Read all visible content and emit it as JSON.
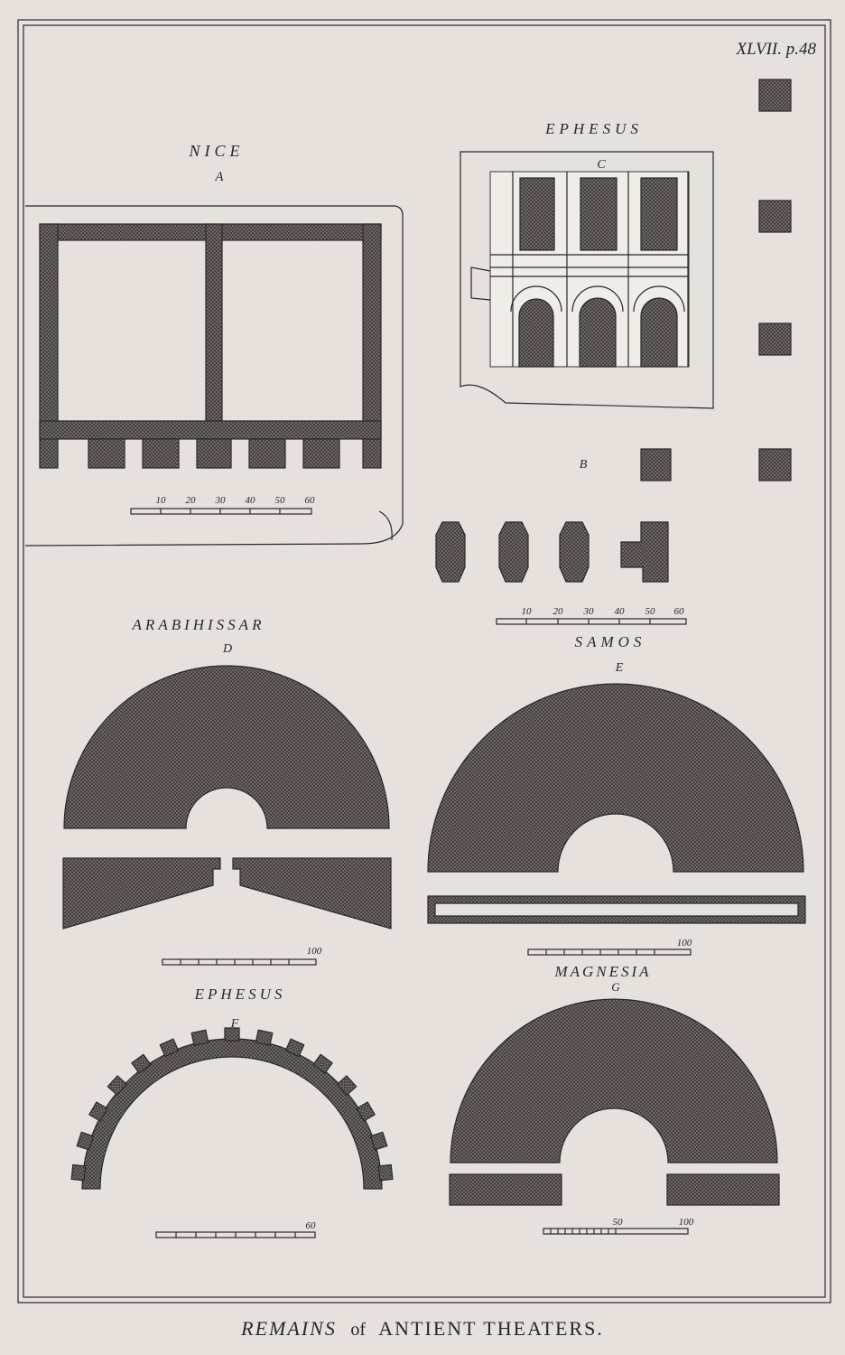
{
  "plate_ref": "XLVII. p.48",
  "footer": {
    "title_italic": "REMAINS",
    "title_of": "of",
    "title_rest": "ANTIENT THEATERS."
  },
  "figures": {
    "nice": {
      "place": "NICE",
      "letter": "A",
      "scale": [
        "10",
        "20",
        "30",
        "40",
        "50",
        "60"
      ]
    },
    "ephesus_c": {
      "place": "EPHESUS",
      "letter": "C"
    },
    "b": {
      "letter": "B",
      "scale": [
        "10",
        "20",
        "30",
        "40",
        "50",
        "60"
      ]
    },
    "arabihissar": {
      "place": "ARABIHISSAR",
      "letter": "D",
      "scale_end": "100"
    },
    "samos": {
      "place": "SAMOS",
      "letter": "E",
      "scale_end": "100"
    },
    "ephesus_f": {
      "place": "EPHESUS",
      "letter": "F",
      "scale_end": "60"
    },
    "magnesia": {
      "place": "MAGNESIA",
      "letter": "G",
      "scale_mid": "50",
      "scale_end": "100"
    }
  },
  "colors": {
    "paper": "#e6e1dc",
    "ink": "#2b2726"
  }
}
